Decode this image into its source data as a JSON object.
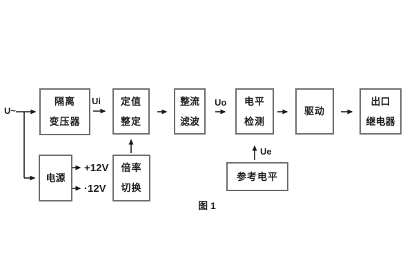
{
  "figure": {
    "caption": "图 1"
  },
  "diagram": {
    "input_label": "U~",
    "signal_labels": {
      "ui": "Ui",
      "uo": "Uo",
      "ue": "Ue"
    },
    "power_outputs": {
      "positive": "+12V",
      "negative": "·12V"
    },
    "boxes": {
      "isolation_transformer": {
        "line1": "隔离",
        "line2": "变压器"
      },
      "setting": {
        "line1": "定值",
        "line2": "整定"
      },
      "rectifier_filter": {
        "line1": "整流",
        "line2": "滤波"
      },
      "level_detection": {
        "line1": "电平",
        "line2": "检测"
      },
      "drive": {
        "label": "驱动"
      },
      "output_relay": {
        "line1": "出口",
        "line2": "继电器"
      },
      "power_supply": {
        "label": "电源"
      },
      "ratio_switch": {
        "line1": "倍率",
        "line2": "切换"
      },
      "reference_level": {
        "label": "参考电平"
      }
    },
    "colors": {
      "line": "#1a1a1a",
      "box_border": "#6e6e6e",
      "text": "#1f1f1f",
      "background": "#ffffff"
    }
  }
}
